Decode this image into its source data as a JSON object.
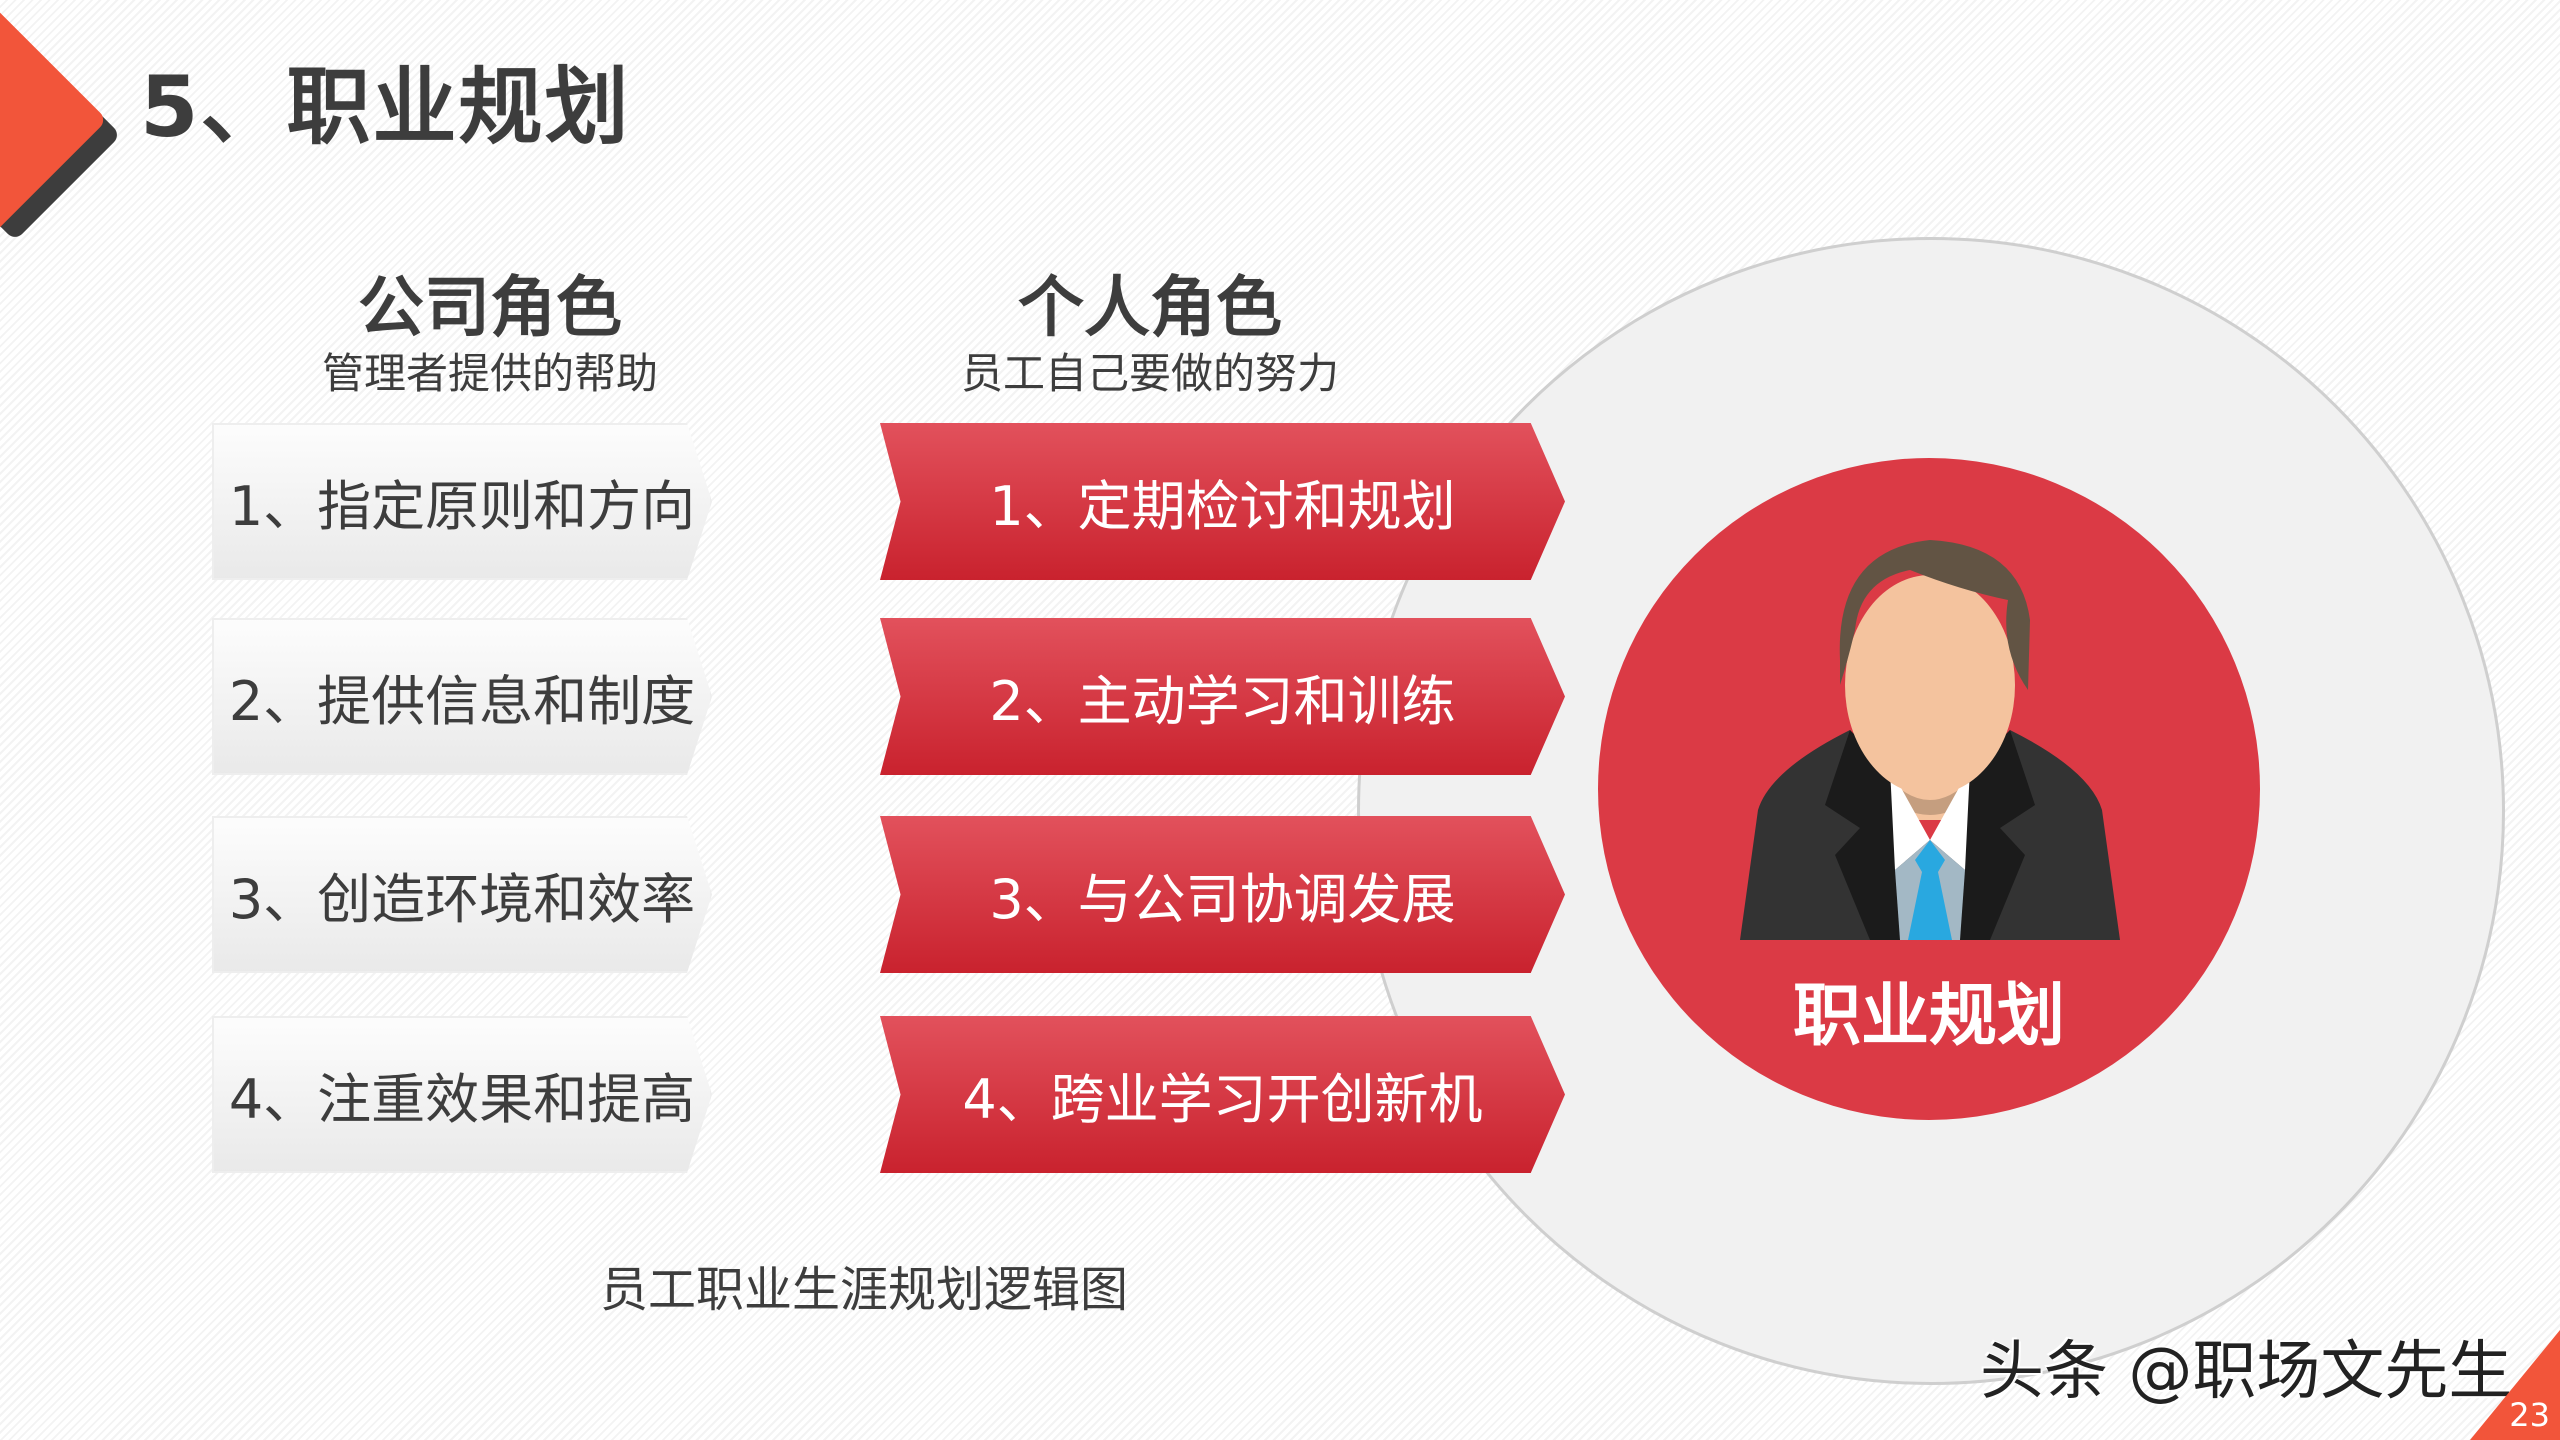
{
  "header": {
    "title": "5、职业规划"
  },
  "company_role": {
    "title": "公司角色",
    "subtitle": "管理者提供的帮助",
    "items": [
      "1、指定原则和方向",
      "2、提供信息和制度",
      "3、创造环境和效率",
      "4、注重效果和提高"
    ]
  },
  "personal_role": {
    "title": "个人角色",
    "subtitle": "员工自己要做的努力",
    "items": [
      "1、定期检讨和规划",
      "2、主动学习和训练",
      "3、与公司协调发展",
      "4、跨业学习开创新机"
    ]
  },
  "center": {
    "label": "职业规划",
    "icon": "businessman-avatar-icon"
  },
  "caption": "员工职业生涯规划逻辑图",
  "watermark": "头条 @职场文先生",
  "page_number": "23",
  "colors": {
    "accent_red": "#db3a45",
    "orange": "#f2553a",
    "dark": "#3d3d3d"
  }
}
